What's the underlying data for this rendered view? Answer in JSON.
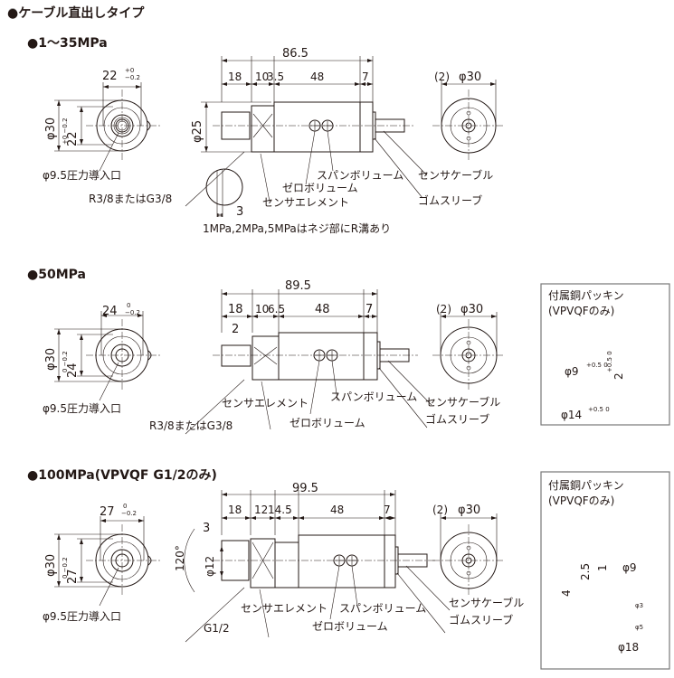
{
  "header": {
    "title": "●ケーブル直出しタイプ",
    "bullet_color": "#9a9a9a"
  },
  "sections": [
    {
      "title": "●1〜35MPa",
      "front": {
        "width": "22",
        "width_tol_upper": "+0",
        "width_tol_lower": "−0.2",
        "dia": "φ30",
        "height": "22",
        "height_tol": "+0 −0.2",
        "port": "φ9.5圧力導入口"
      },
      "side": {
        "total": "86.5",
        "d1": "18",
        "d2": "10",
        "d3": "3.5",
        "d4": "48",
        "d5": "7",
        "dia": "φ25",
        "thread": "R3/8またはG3/8",
        "element": "センサエレメント",
        "zero": "ゼロボリューム",
        "span": "スパンボリューム",
        "cable": "センサケーブル",
        "sleeve": "ゴムスリーブ",
        "detail_dim": "3",
        "note": "1MPa,2MPa,5MPaはネジ部にR溝あり"
      },
      "end": {
        "gap": "(2)",
        "dia": "φ30"
      }
    },
    {
      "title": "●50MPa",
      "front": {
        "width": "24",
        "width_tol_upper": "0",
        "width_tol_lower": "−0.2",
        "dia": "φ30",
        "height": "24",
        "height_tol": "0 −0.2",
        "port": "φ9.5圧力導入口"
      },
      "side": {
        "total": "89.5",
        "d1": "18",
        "d2": "10",
        "d3": "6.5",
        "d4": "48",
        "d5": "7",
        "d6": "2",
        "thread": "R3/8またはG3/8",
        "element": "センサエレメント",
        "zero": "ゼロボリューム",
        "span": "スパンボリューム",
        "cable": "センサケーブル",
        "sleeve": "ゴムスリーブ"
      },
      "end": {
        "gap": "(2)",
        "dia": "φ30"
      },
      "packing": {
        "title": "付属銅パッキン",
        "subtitle": "(VPVQFのみ)",
        "inner": "φ9",
        "inner_tol": "+0.5 0",
        "outer": "φ14",
        "outer_tol": "+0.5 0",
        "thickness": "2",
        "thickness_tol": "+0.5 0"
      }
    },
    {
      "title": "●100MPa(VPVQF G1/2のみ)",
      "front": {
        "width": "27",
        "width_tol_upper": "0",
        "width_tol_lower": "−0.2",
        "dia": "φ30",
        "height": "27",
        "height_tol": "0 −0.2",
        "port": "φ9.5圧力導入口"
      },
      "side": {
        "total": "99.5",
        "d1": "18",
        "d2": "12",
        "d3": "14.5",
        "d4": "48",
        "d5": "7",
        "d6": "3",
        "angle": "120°",
        "dia": "φ12",
        "thread": "G1/2",
        "element": "センサエレメント",
        "zero": "ゼロボリューム",
        "span": "スパンボリューム",
        "cable": "センサケーブル",
        "sleeve": "ゴムスリーブ"
      },
      "end": {
        "gap": "(2)",
        "dia": "φ30"
      },
      "packing": {
        "title": "付属銅パッキン",
        "subtitle": "(VPVQFのみ)",
        "d_a": "4",
        "d_b": "2.5",
        "d_c": "1",
        "inner": "φ9",
        "d3": "φ3",
        "d5": "φ5",
        "outer": "φ18"
      }
    }
  ]
}
